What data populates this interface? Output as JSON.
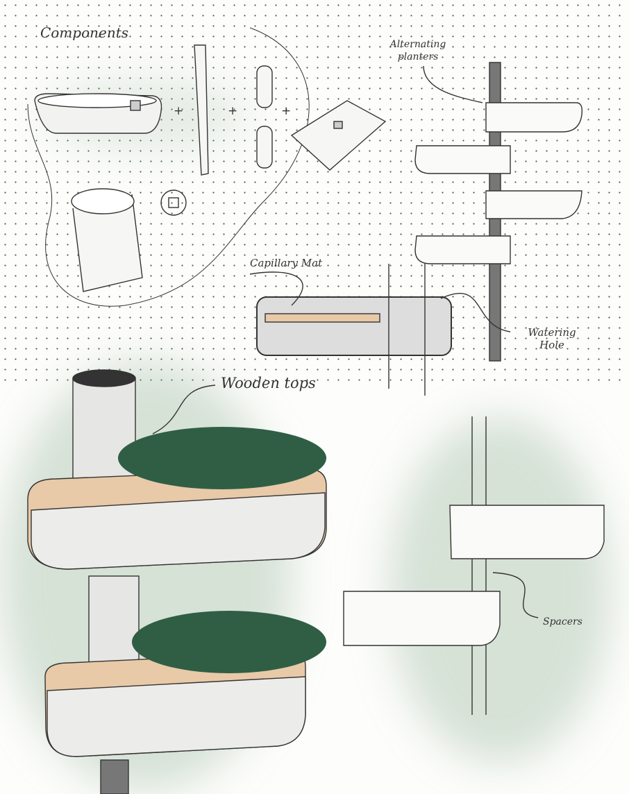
{
  "labels": {
    "components": "Components",
    "alternating_planters": "Alternating planters",
    "capillary_mat": "Capillary Mat",
    "watering_hole": "Watering Hole",
    "wooden_tops": "Wooden tops",
    "spacers": "Spacers"
  },
  "plus_sign": "+",
  "colors": {
    "foliage": "#2f5e45",
    "wood": "#e8c9a8",
    "planter": "#ececea",
    "accent_glow": "#8caf91"
  }
}
